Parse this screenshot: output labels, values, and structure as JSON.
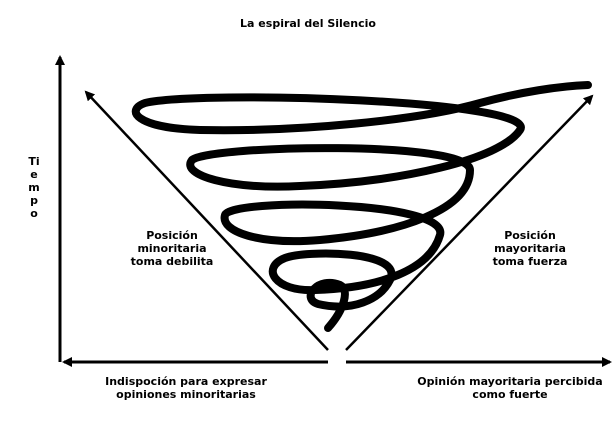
{
  "title": "La espiral del Silencio",
  "y_axis_label": "Tiempo",
  "left_side_label": "Posición\nminoritaria\ntoma debilita",
  "right_side_label": "Posición\nmayoritaria\ntoma fuerza",
  "x_axis_left_label": "Indispoción para expresar\nopiniones minoritarias",
  "x_axis_right_label": "Opinión mayoritaria percibida\ncomo fuerte",
  "colors": {
    "ink": "#000000",
    "background": "#ffffff"
  }
}
